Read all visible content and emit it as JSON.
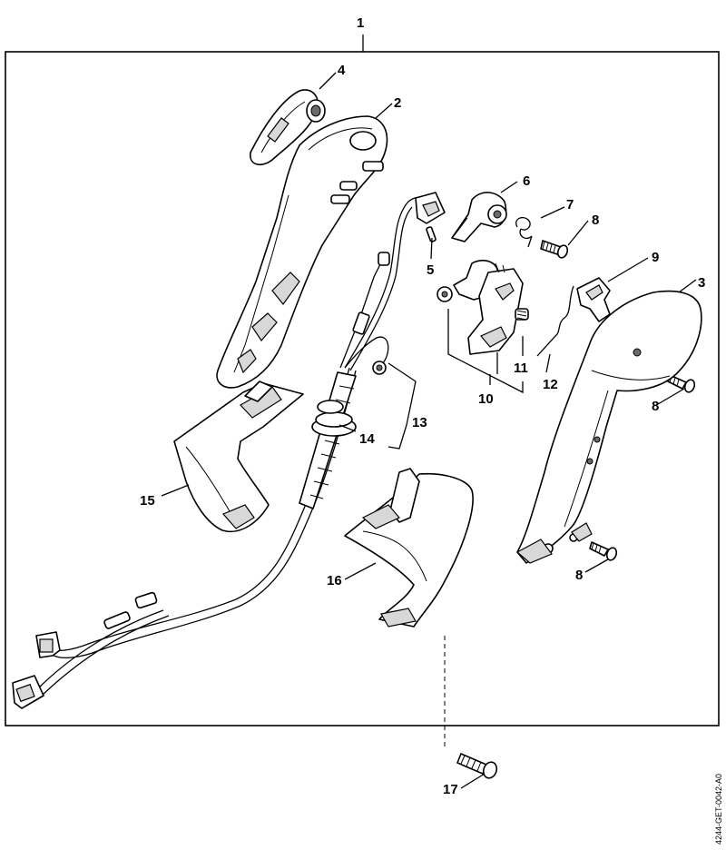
{
  "diagram": {
    "callouts": [
      "1",
      "2",
      "3",
      "4",
      "5",
      "6",
      "7",
      "8",
      "8",
      "8",
      "9",
      "10",
      "11",
      "12",
      "13",
      "14",
      "15",
      "16",
      "17"
    ],
    "reference_code": "4244-GET-0042-A0",
    "colors": {
      "line": "#000000",
      "background": "#ffffff",
      "shade": "#d8d8d8"
    }
  }
}
